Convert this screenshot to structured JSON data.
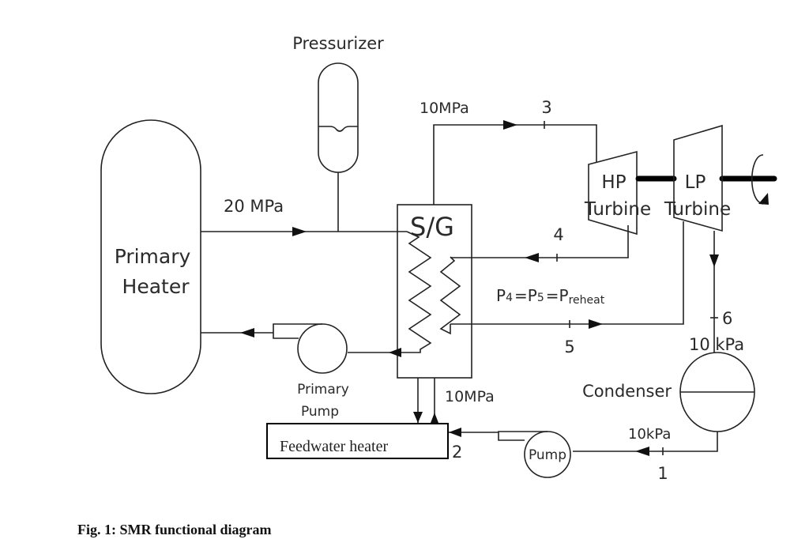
{
  "diagram": {
    "components": {
      "pressurizer": "Pressurizer",
      "primary_heater_line1": "Primary",
      "primary_heater_line2": "Heater",
      "steam_generator": "S/G",
      "hp_turbine_top": "HP",
      "hp_turbine_bottom": "Turbine",
      "lp_turbine_top": "LP",
      "lp_turbine_bottom": "Turbine",
      "primary_pump_line1": "Primary",
      "primary_pump_line2": "Pump",
      "condenser": "Condenser",
      "pump": "Pump",
      "feedwater_heater": "Feedwater heater"
    },
    "pressures": {
      "primary_loop": "20 MPa",
      "steam_out": "10MPa",
      "feedwater_in": "10MPa",
      "condenser_in": "10 kPa",
      "condenser_out": "10kPa"
    },
    "state_points": [
      "1",
      "2",
      "3",
      "4",
      "5",
      "6"
    ],
    "reheat_relation": {
      "p": "P",
      "sub4": "4",
      "sub5": "5",
      "subreheat": "reheat",
      "eq": "="
    }
  },
  "caption": "Fig. 1: SMR functional diagram"
}
